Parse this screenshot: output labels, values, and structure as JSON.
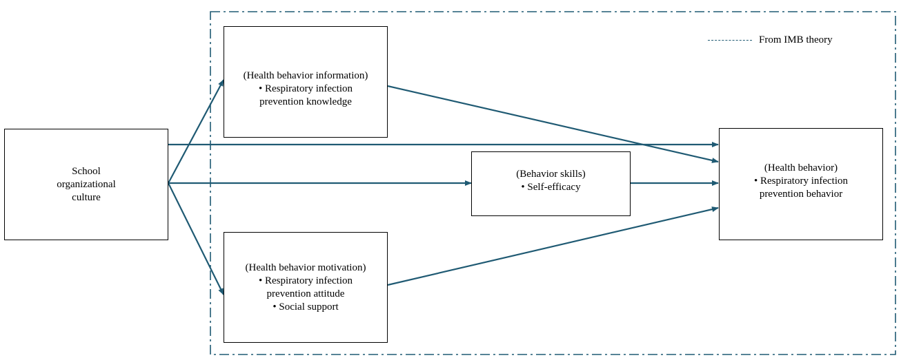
{
  "diagram": {
    "boundary_style": "dash-dot",
    "line_color": "#1f5a73",
    "legend": {
      "label": "From IMB theory"
    },
    "nodes": {
      "school": {
        "lines": [
          "School",
          "organizational",
          "culture"
        ]
      },
      "info": {
        "lines": [
          "(Health behavior information)",
          "• Respiratory infection",
          "prevention knowledge"
        ]
      },
      "skills": {
        "lines": [
          "(Behavior skills)",
          "• Self-efficacy"
        ]
      },
      "motivation": {
        "lines": [
          "(Health behavior motivation)",
          "• Respiratory infection",
          "prevention attitude",
          "• Social support"
        ]
      },
      "behavior": {
        "lines": [
          "(Health behavior)",
          "• Respiratory infection",
          "prevention behavior"
        ]
      }
    },
    "edges": [
      {
        "from": "school",
        "to": "info"
      },
      {
        "from": "school",
        "to": "behavior"
      },
      {
        "from": "school",
        "to": "skills"
      },
      {
        "from": "school",
        "to": "motivation"
      },
      {
        "from": "info",
        "to": "behavior"
      },
      {
        "from": "skills",
        "to": "behavior"
      },
      {
        "from": "motivation",
        "to": "behavior"
      }
    ]
  }
}
